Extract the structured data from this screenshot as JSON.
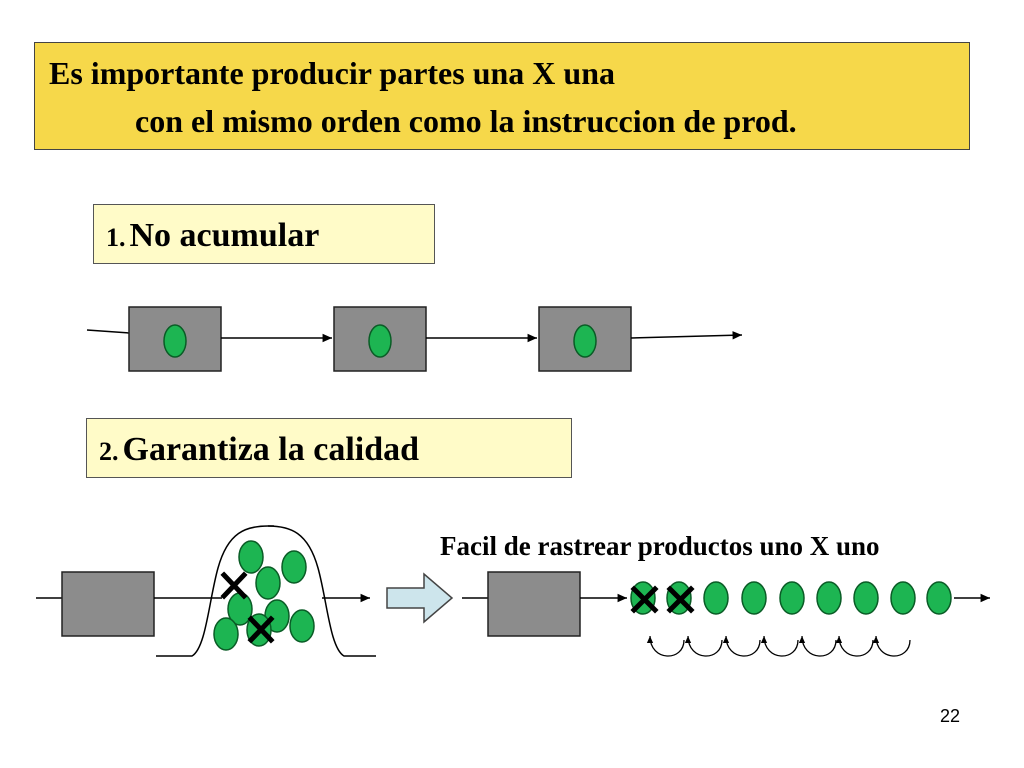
{
  "header": {
    "line1": "Es importante producir partes una X una",
    "line2": "con el mismo orden como la instruccion de prod."
  },
  "points": [
    {
      "number": "1.",
      "label": "No acumular"
    },
    {
      "number": "2.",
      "label": "Garantiza la calidad"
    }
  ],
  "trace_caption": "Facil de rastrear productos uno X uno",
  "page_number": "22",
  "colors": {
    "title_bg": "#f6d84a",
    "label_bg": "#fffbc8",
    "station": "#8c8c8c",
    "part": "#1db552",
    "arrow_fill": "#cde5ec"
  }
}
